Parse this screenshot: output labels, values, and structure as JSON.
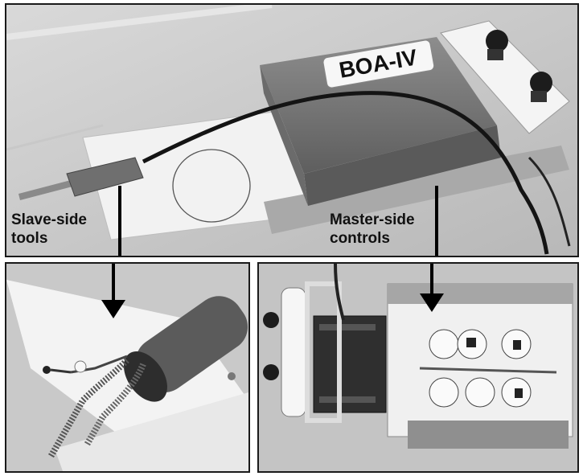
{
  "labels": {
    "slave": "Slave-side\ntools",
    "slave_line1": "Slave-side",
    "slave_line2": "tools",
    "master_line1": "Master-side",
    "master_line2": "controls"
  },
  "device_label": "BOA-IV",
  "colors": {
    "background_photo": "#cfcfcf",
    "box": "#7a7a7a",
    "board": "#efefef",
    "border": "#1a1a1a"
  }
}
